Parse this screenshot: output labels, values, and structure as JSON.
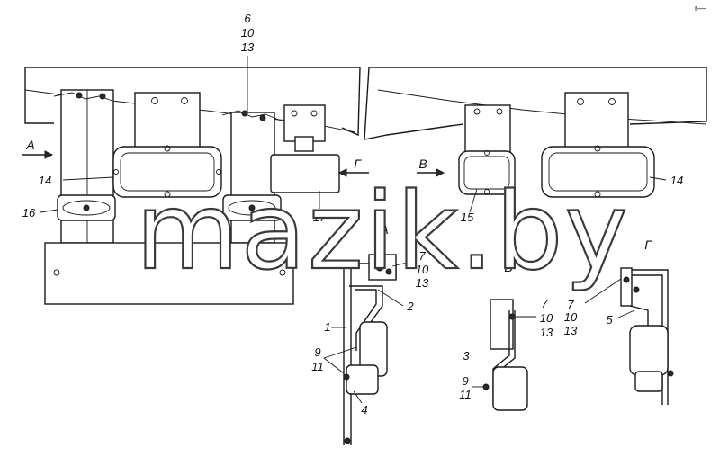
{
  "callouts": {
    "n6": "6",
    "n10_top": "10",
    "n13_top": "13",
    "n14_left": "14",
    "n14_right": "14",
    "n16": "16",
    "n17": "17",
    "n15": "15",
    "n7_a": "7",
    "n10_a": "10",
    "n13_a": "13",
    "n1": "1",
    "n2": "2",
    "n4": "4",
    "n9_a": "9",
    "n11_a": "11",
    "n3": "3",
    "n9_b": "9",
    "n11_b": "11",
    "n7_g": "7",
    "n10_g": "10",
    "n13_g": "13",
    "n5": "5"
  },
  "views": {
    "view_a_arrow": "A",
    "view_g_arrow": "Г",
    "view_b_arrow": "В",
    "view_a_title": "A",
    "view_b_title": "В",
    "view_g_title": "Г"
  },
  "watermark": {
    "text": "mazik.by"
  },
  "corner_mark": "r—"
}
